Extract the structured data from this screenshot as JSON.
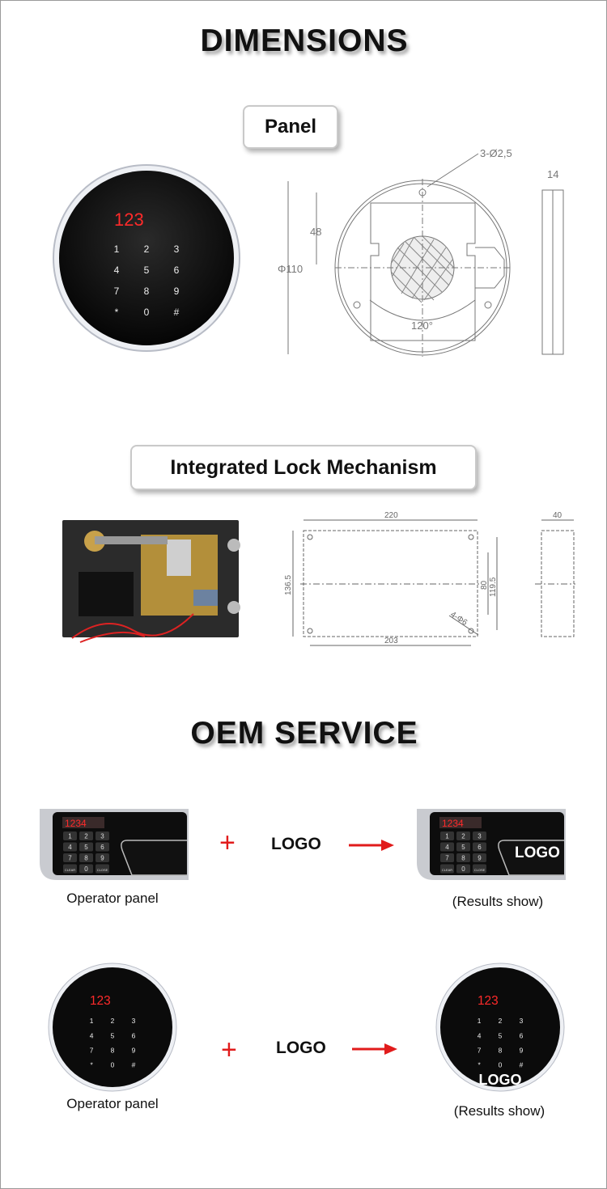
{
  "sections": {
    "dimensions_title": "DIMENSIONS",
    "panel_label": "Panel",
    "lock_label": "Integrated Lock Mechanism",
    "oem_title": "OEM SERVICE"
  },
  "round_keypad": {
    "display": "123",
    "keys": [
      "1",
      "2",
      "3",
      "4",
      "5",
      "6",
      "7",
      "8",
      "9",
      "*",
      "0",
      "#"
    ]
  },
  "panel_drawing": {
    "hole_note": "3-Ø2,5",
    "diameter": "Φ110",
    "height": "48",
    "angle": "120°",
    "thickness": "14"
  },
  "lock_drawing": {
    "width": "220",
    "height": "136.5",
    "hole_spacing_x": "203",
    "hole_spacing_y": "119.5",
    "inner": "80",
    "hole_note": "4-Φ6",
    "depth": "40"
  },
  "oem": {
    "rect_display": "1234",
    "rect_keys": [
      "1",
      "2",
      "3",
      "4",
      "5",
      "6",
      "7",
      "8",
      "9",
      "CLEAR",
      "0",
      "CLOSE"
    ],
    "plus": "+",
    "logo": "LOGO",
    "operator_label": "Operator panel",
    "result_label": "(Results show)"
  },
  "colors": {
    "display_red": "#ff2a2a",
    "arrow_red": "#e11b1b",
    "plus_red": "#e11b1b"
  }
}
